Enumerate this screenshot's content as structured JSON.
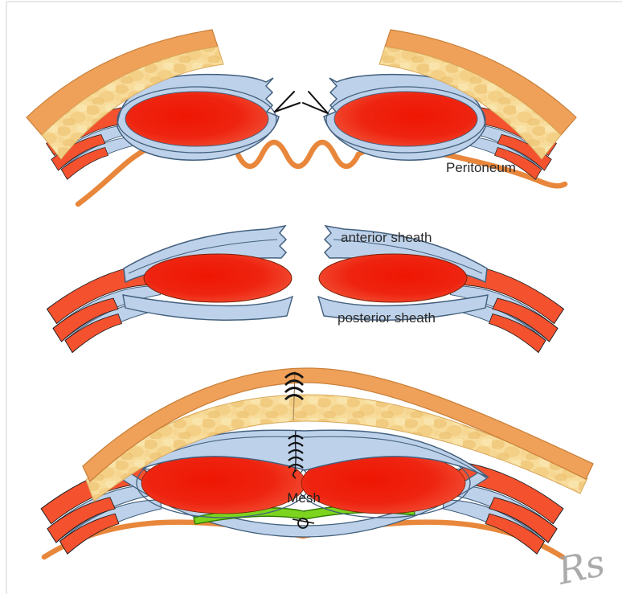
{
  "figure": {
    "type": "medical-illustration",
    "subject": "retromuscular-mesh-hernia-repair-steps",
    "labels": {
      "peritoneum": "Peritoneum",
      "anterior_sheath": "anterior sheath",
      "posterior_sheath": "posterior sheath",
      "mesh": "Mesh"
    },
    "signature": "Rs",
    "panels": [
      {
        "name": "top-panel",
        "description_labels": [
          "Peritoneum"
        ]
      },
      {
        "name": "middle-panel",
        "description_labels": [
          "anterior sheath",
          "posterior sheath"
        ]
      },
      {
        "name": "bottom-panel",
        "description_labels": [
          "Mesh"
        ]
      }
    ],
    "colors": {
      "skin": "#F0A159",
      "skin_outline": "#C9803A",
      "fat": "#F8DC9B",
      "fat_outline": "#D9A85C",
      "sheath_blue": "#BDD2EA",
      "sheath_outline": "#44607E",
      "muscle_red_center": "#ED1506",
      "muscle_red_edge": "#F3583C",
      "lateral_muscle_red": "#F4512F",
      "peritoneum_orange": "#E8873B",
      "mesh_green": "#7CD41E",
      "mesh_outline": "#2E7A00",
      "suture_black": "#151515",
      "label_text": "#2B2B2B",
      "signature_gray": "#A3A3A3",
      "frame_gray": "#E0E0E0"
    }
  }
}
